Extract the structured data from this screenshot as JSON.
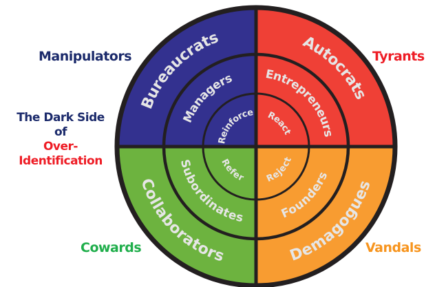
{
  "corner_labels": {
    "top_left": "Manipulators",
    "top_right": "Tyrants",
    "bottom_left": "Cowards",
    "bottom_right": "Vandals"
  },
  "title": {
    "line1": "The Dark Side",
    "line2": "of",
    "line3": "Over-",
    "line4": "Identification"
  },
  "colors": {
    "navy_text": "#1b2a6b",
    "red_text": "#ee1c25",
    "green_text": "#1fae4b",
    "orange_text": "#f7941d",
    "quadrant_blue": "#33318f",
    "quadrant_red": "#ef4036",
    "quadrant_green": "#6db33f",
    "quadrant_orange": "#f89c31",
    "outline": "#231f20",
    "ring_text": "#e6e6e6"
  },
  "quadrants": [
    {
      "key": "top_left",
      "color_key": "quadrant_blue",
      "outer": "Bureaucrats",
      "middle": "Managers",
      "inner": "Reinforce"
    },
    {
      "key": "top_right",
      "color_key": "quadrant_red",
      "outer": "Autocrats",
      "middle": "Entrepreneurs",
      "inner": "React"
    },
    {
      "key": "bottom_left",
      "color_key": "quadrant_green",
      "outer": "Collaborators",
      "middle": "Subordinates",
      "inner": "Refer"
    },
    {
      "key": "bottom_right",
      "color_key": "quadrant_orange",
      "outer": "Demagogues",
      "middle": "Founders",
      "inner": "Reject"
    }
  ]
}
